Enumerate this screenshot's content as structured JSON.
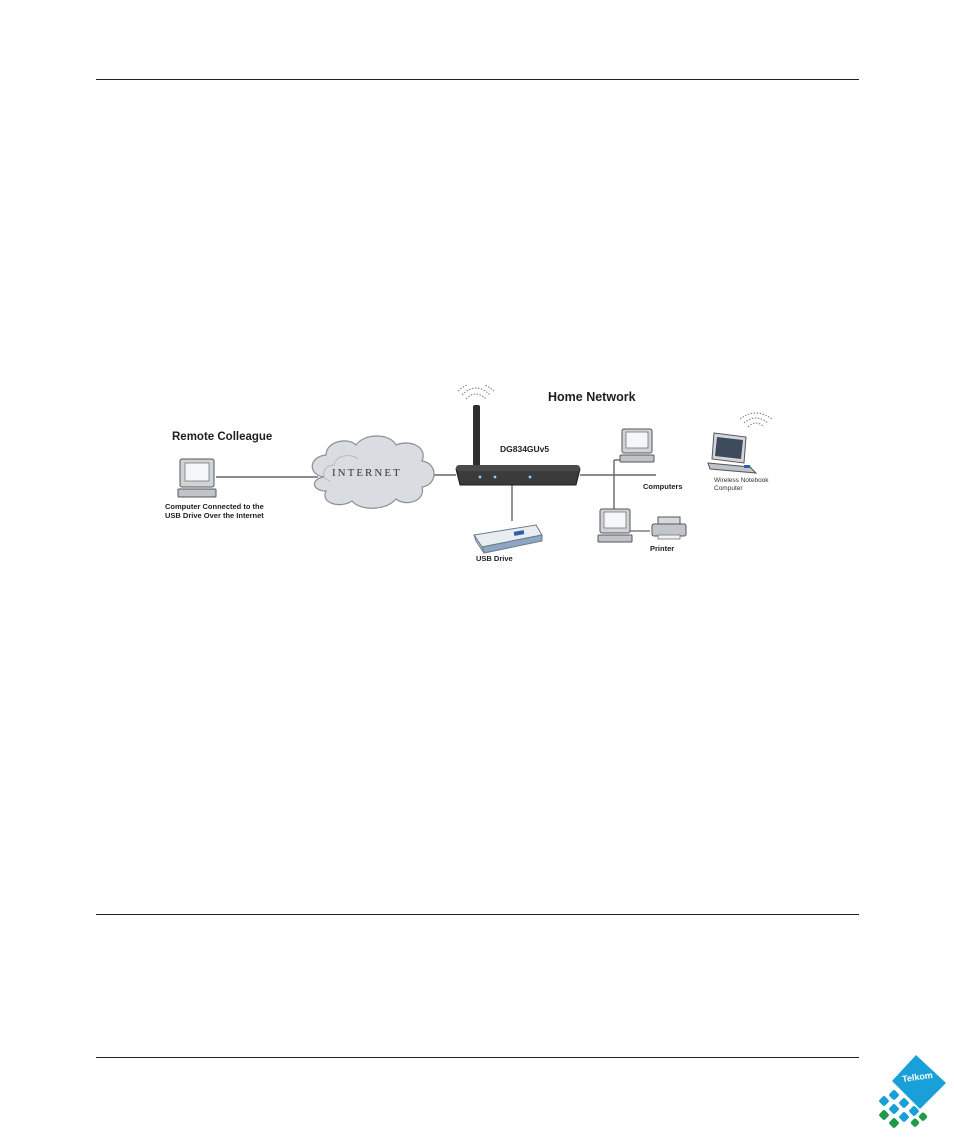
{
  "diagram": {
    "home_network_label": "Home Network",
    "remote_colleague_label": "Remote Colleague",
    "remote_computer_caption_line1": "Computer Connected to the",
    "remote_computer_caption_line2": "USB Drive Over the Internet",
    "internet_label": "INTERNET",
    "router_label": "DG834GUv5",
    "usb_drive_label": "USB Drive",
    "computers_label": "Computers",
    "printer_label": "Printer",
    "notebook_caption_line1": "Wireless Notebook",
    "notebook_caption_line2": "Computer"
  },
  "logo": {
    "text": "Telkom",
    "color": "#1aa0d8"
  }
}
